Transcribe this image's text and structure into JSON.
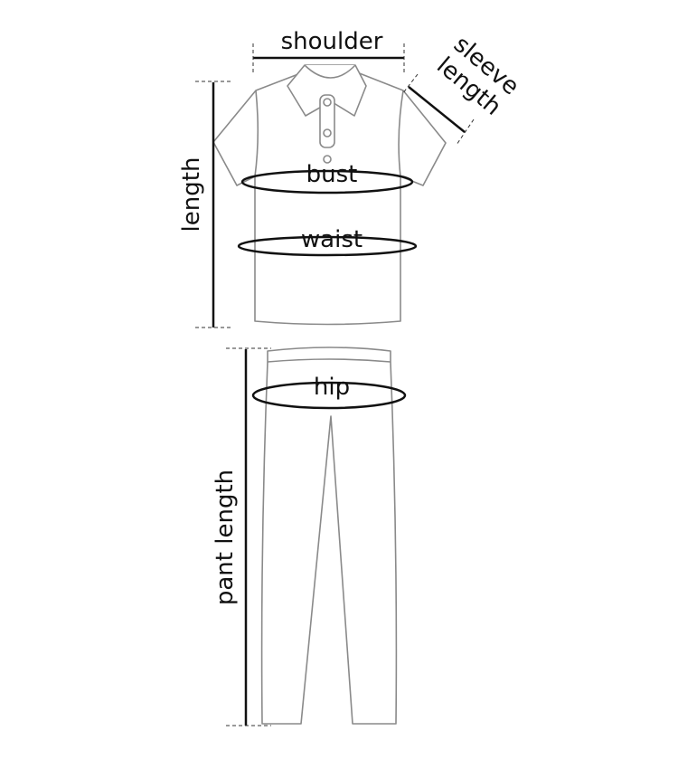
{
  "labels": {
    "shoulder": "shoulder",
    "sleeve_1": "sleeve",
    "sleeve_2": "length",
    "length": "length",
    "bust": "bust",
    "waist": "waist",
    "hip": "hip",
    "pant_length": "pant length"
  }
}
